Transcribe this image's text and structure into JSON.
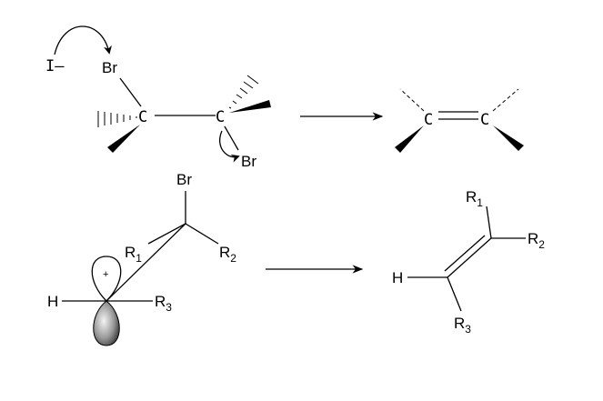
{
  "reaction_top": {
    "iodide_label": "I–",
    "br_top_label": "Br",
    "carbon_left_label": "C",
    "carbon_right_label": "C",
    "br_bottom_label": "Br",
    "product_carbon_left_label": "C",
    "product_carbon_right_label": "C"
  },
  "reaction_bottom": {
    "br_label": "Br",
    "r1_label": "R",
    "r1_sub": "1",
    "r2_label": "R",
    "r2_sub": "2",
    "h_label": "H",
    "r3_label": "R",
    "r3_sub": "3",
    "plus_label": "+",
    "product_r1_label": "R",
    "product_r1_sub": "1",
    "product_r2_label": "R",
    "product_r2_sub": "2",
    "product_h_label": "H",
    "product_r3_label": "R",
    "product_r3_sub": "3"
  }
}
